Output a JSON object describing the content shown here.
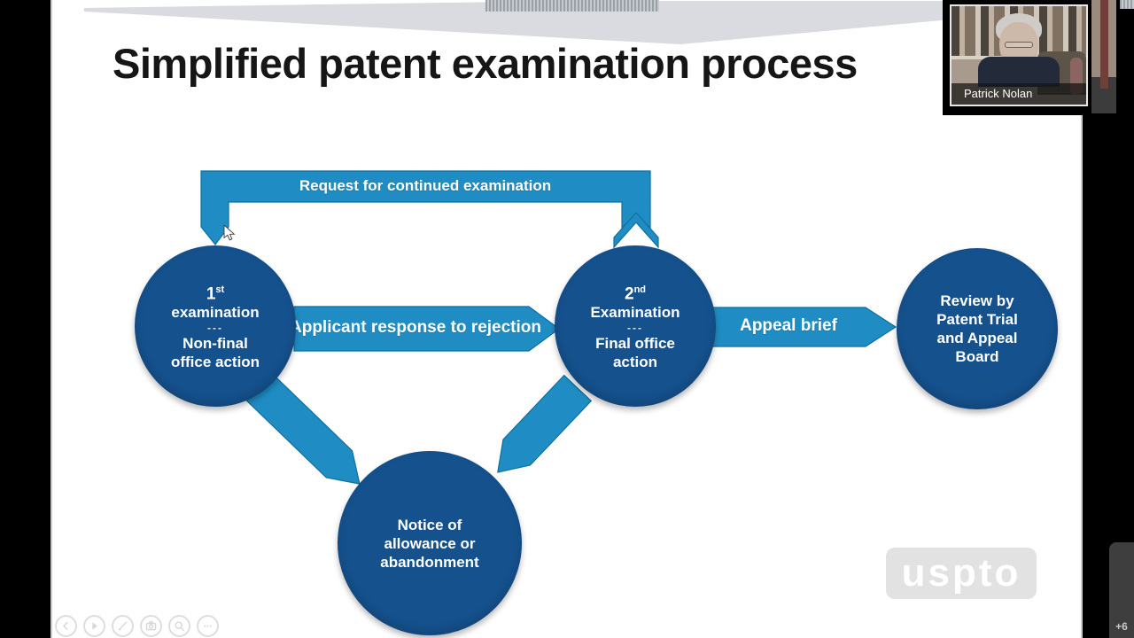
{
  "colors": {
    "node_fill": "#15518d",
    "arrow_fill": "#1f8dc4",
    "arrow_stroke": "#0f6fa0",
    "slide_bg": "#ffffff",
    "letterbox": "#000000",
    "band_gray": "#d9dbe0",
    "watermark_gray": "#e2e2e2",
    "title_color": "#161616"
  },
  "slide": {
    "title": "Simplified patent examination process",
    "arrows": {
      "rce_label": "Request for continued examination",
      "response_label": "Applicant response to rejection",
      "appeal_label": "Appeal brief"
    },
    "nodes": [
      {
        "num": "1",
        "ordinal": "st",
        "lines": [
          "examination",
          "---",
          "Non-final",
          "office action"
        ]
      },
      {
        "num": "2",
        "ordinal": "nd",
        "lines": [
          "Examination",
          "---",
          "Final office",
          "action"
        ]
      },
      {
        "lines": [
          "Review by",
          "Patent Trial",
          "and Appeal",
          "Board"
        ]
      },
      {
        "lines": [
          "Notice of",
          "allowance or",
          "abandonment"
        ]
      }
    ],
    "watermark": "uspto"
  },
  "webcam": {
    "name": "Patrick Nolan"
  },
  "meeting": {
    "participants_badge": "+6"
  },
  "controls": {
    "icons": [
      "chevron-left-icon",
      "chevron-right-icon",
      "pencil-icon",
      "camera-icon",
      "magnifier-icon",
      "ellipsis-icon"
    ]
  }
}
